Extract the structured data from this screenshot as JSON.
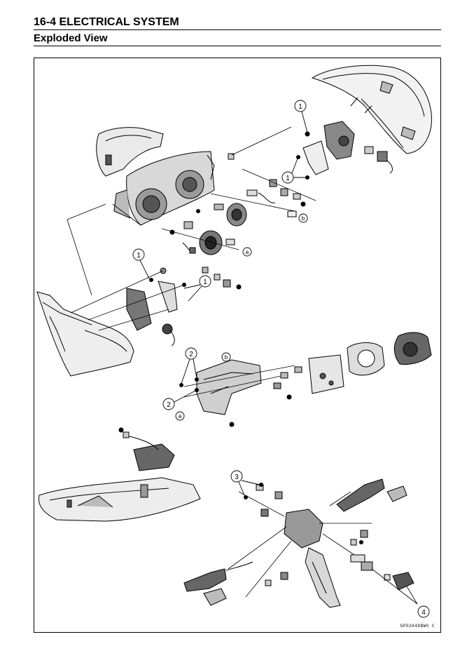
{
  "header": {
    "section_title": "16-4 ELECTRICAL SYSTEM",
    "subtitle": "Exploded View"
  },
  "figure": {
    "figure_code": "GP02648BWS C",
    "callouts": {
      "c1": "1",
      "c2": "2",
      "c3": "3",
      "c4": "4"
    },
    "ref_letters": {
      "a": "a",
      "b": "b"
    }
  }
}
